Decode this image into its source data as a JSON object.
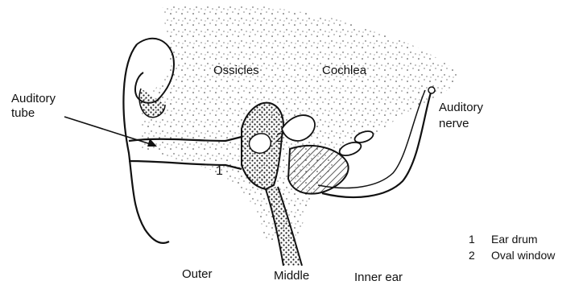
{
  "labels": {
    "ossicles": "Ossicles",
    "cochlea": "Cochlea",
    "auditory_tube_line1": "Auditory",
    "auditory_tube_line2": "tube",
    "auditory_nerve_line1": "Auditory",
    "auditory_nerve_line2": "nerve",
    "outer": "Outer",
    "middle": "Middle",
    "inner_ear": "Inner ear"
  },
  "markers": {
    "ear_drum": "1",
    "oval_window": "2"
  },
  "legend": [
    {
      "number": "1",
      "text": "Ear drum"
    },
    {
      "number": "2",
      "text": "Oval window"
    }
  ]
}
